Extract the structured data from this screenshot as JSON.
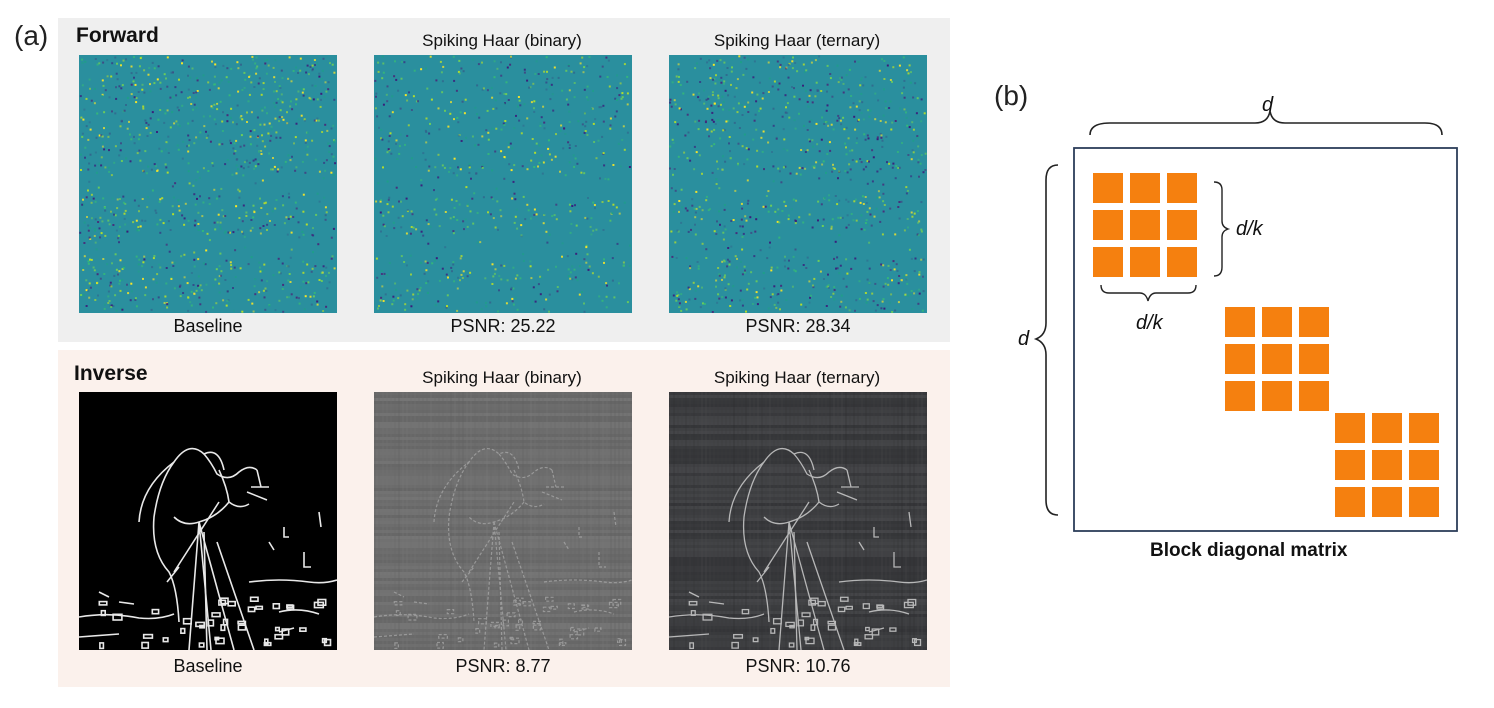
{
  "panel_a_label": "(a)",
  "panel_b_label": "(b)",
  "forward": {
    "title": "Forward",
    "columns": [
      {
        "title": "",
        "caption": "Baseline"
      },
      {
        "title": "Spiking Haar (binary)",
        "caption": "PSNR: 25.22"
      },
      {
        "title": "Spiking Haar (ternary)",
        "caption": "PSNR: 28.34"
      }
    ]
  },
  "inverse": {
    "title": "Inverse",
    "columns": [
      {
        "title": "",
        "caption": "Baseline"
      },
      {
        "title": "Spiking Haar (binary)",
        "caption": "PSNR: 8.77"
      },
      {
        "title": "Spiking Haar (ternary)",
        "caption": "PSNR: 10.76"
      }
    ]
  },
  "block_diagram": {
    "top_label": "d",
    "left_label": "d",
    "block_side_label": "d/k",
    "block_bottom_label": "d/k",
    "caption": "Block diagonal matrix",
    "block_color": "#f5800f",
    "border_color": "#2c3e5a"
  }
}
